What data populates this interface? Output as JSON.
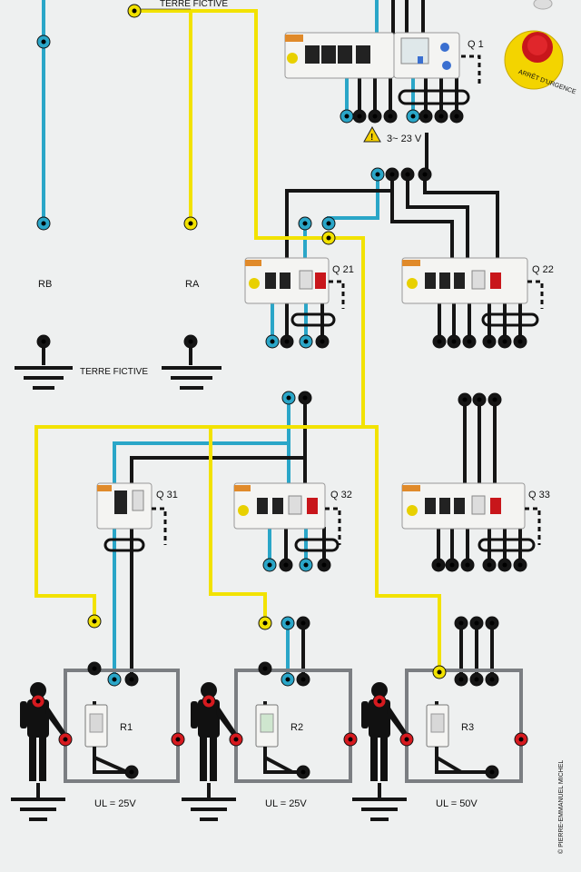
{
  "labels": {
    "terre_fictive_top": "TERRE FICTIVE",
    "terre_fictive_mid": "TERRE FICTIVE",
    "rb": "RB",
    "ra": "RA",
    "q1": "Q 1",
    "q21": "Q 21",
    "q22": "Q 22",
    "q31": "Q 31",
    "q32": "Q 32",
    "q33": "Q 33",
    "r1": "R1",
    "r2": "R2",
    "r3": "R3",
    "ul1": "UL = 25V",
    "ul2": "UL = 25V",
    "ul3": "UL = 50V",
    "voltage": "3~ 23 V",
    "emergency": "ARRÊT D'URGENCE",
    "watermark": "© PIERRE-EMMANUEL MICHEL"
  },
  "colors": {
    "background": "#eef0f0",
    "neutral_blue": "#2aa6c8",
    "phase_black": "#151515",
    "earth_yellow": "#f2e200",
    "box_grey": "#7b7e82",
    "person_red": "#d61a1f",
    "breaker_white": "#f4f4f2",
    "breaker_orange": "#e08a2a"
  },
  "icons": [
    "warning-icon",
    "emergency-stop-icon",
    "ground-icon",
    "person-icon",
    "socket-icon"
  ]
}
